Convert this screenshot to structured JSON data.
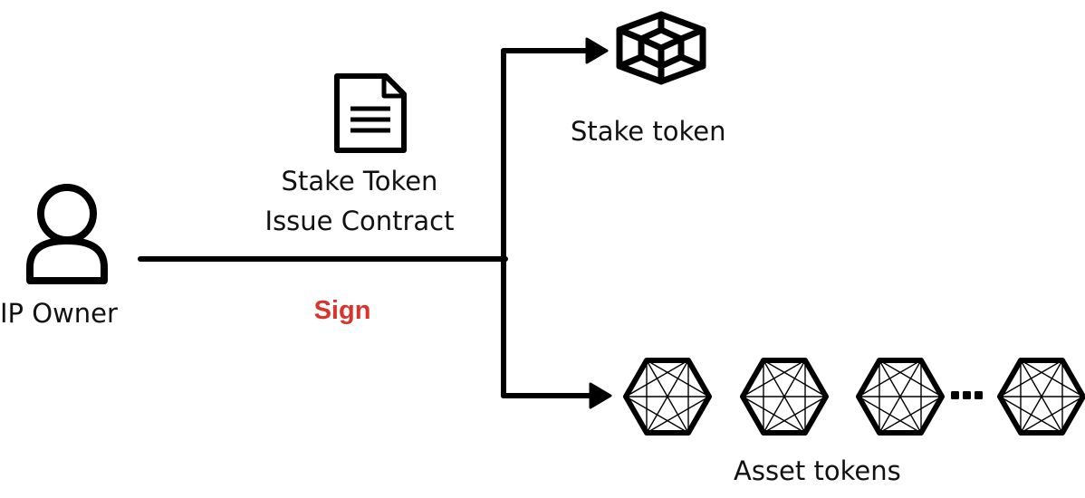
{
  "owner": {
    "label": "IP Owner",
    "icon": "person-icon"
  },
  "contract": {
    "title_line1": "Stake Token",
    "title_line2": "Issue Contract",
    "icon": "document-icon"
  },
  "action": {
    "label": "Sign",
    "color": "#d9342b"
  },
  "outputs": {
    "stake_token": {
      "label": "Stake token",
      "icon": "cube-icon"
    },
    "asset_tokens": {
      "label": "Asset tokens",
      "icon": "hex-token-icon",
      "continuation": "•••"
    }
  },
  "colors": {
    "line": "#000000",
    "text": "#111111",
    "background": "#ffffff"
  }
}
